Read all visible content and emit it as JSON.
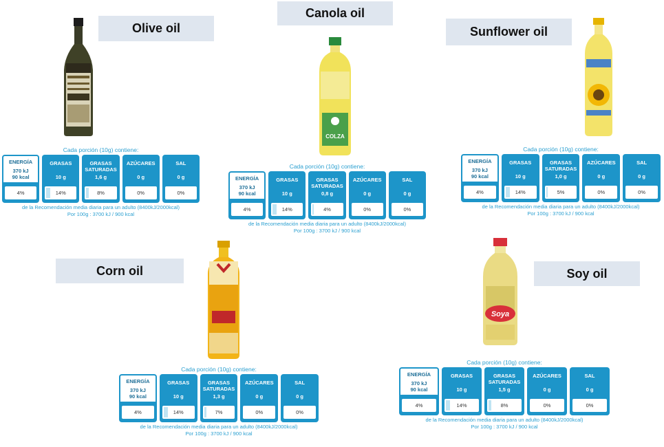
{
  "oils": [
    {
      "id": "olive",
      "title": "Olive oil",
      "icon": "olive-oil-bottle-icon"
    },
    {
      "id": "canola",
      "title": "Canola oil",
      "icon": "canola-oil-bottle-icon",
      "bottle_text": "COLZA"
    },
    {
      "id": "sunflower",
      "title": "Sunflower oil",
      "icon": "sunflower-oil-bottle-icon"
    },
    {
      "id": "corn",
      "title": "Corn oil",
      "icon": "corn-oil-bottle-icon"
    },
    {
      "id": "soy",
      "title": "Soy oil",
      "icon": "soy-oil-bottle-icon",
      "bottle_text": "Soya"
    }
  ],
  "labels": [
    {
      "intro": "Cada porción (10g) contiene:",
      "energy": {
        "name": "ENERGÍA",
        "kj": "370 kJ",
        "kcal": "90 kcal",
        "pct": "4%"
      },
      "nutrients": [
        {
          "name": "GRASAS",
          "amount": "10 g",
          "pct": "14%",
          "fill": 14
        },
        {
          "name": "GRASAS SATURADAS",
          "amount": "1,6 g",
          "pct": "8%",
          "fill": 8
        },
        {
          "name": "AZÚCARES",
          "amount": "0 g",
          "pct": "0%",
          "fill": 0
        },
        {
          "name": "SAL",
          "amount": "0 g",
          "pct": "0%",
          "fill": 0
        }
      ],
      "ref": "de la Recomendación media diaria para un adulto (8400kJ/2000kcal)",
      "per100": "Por 100g : 3700 kJ / 900 kcal"
    },
    {
      "intro": "Cada porción (10g) contiene:",
      "energy": {
        "name": "ENERGÍA",
        "kj": "370 kJ",
        "kcal": "90 kcal",
        "pct": "4%"
      },
      "nutrients": [
        {
          "name": "GRASAS",
          "amount": "10 g",
          "pct": "14%",
          "fill": 14
        },
        {
          "name": "GRASAS SATURADAS",
          "amount": "0,8 g",
          "pct": "4%",
          "fill": 4
        },
        {
          "name": "AZÚCARES",
          "amount": "0 g",
          "pct": "0%",
          "fill": 0
        },
        {
          "name": "SAL",
          "amount": "0 g",
          "pct": "0%",
          "fill": 0
        }
      ],
      "ref": "de la Recomendación media diaria para un adulto (8400kJ/2000kcal)",
      "per100": "Por 100g : 3700 kJ / 900 kcal"
    },
    {
      "intro": "Cada porción (10g) contiene:",
      "energy": {
        "name": "ENERGÍA",
        "kj": "370 kJ",
        "kcal": "90 kcal",
        "pct": "4%"
      },
      "nutrients": [
        {
          "name": "GRASAS",
          "amount": "10 g",
          "pct": "14%",
          "fill": 14
        },
        {
          "name": "GRASAS SATURADAS",
          "amount": "1,0 g",
          "pct": "5%",
          "fill": 5
        },
        {
          "name": "AZÚCARES",
          "amount": "0 g",
          "pct": "0%",
          "fill": 0
        },
        {
          "name": "SAL",
          "amount": "0 g",
          "pct": "0%",
          "fill": 0
        }
      ],
      "ref": "de la Recomendación media diaria para un adulto (8400kJ/2000kcal)",
      "per100": "Por 100g : 3700 kJ / 900 kcal"
    },
    {
      "intro": "Cada porción (10g) contiene:",
      "energy": {
        "name": "ENERGÍA",
        "kj": "370 kJ",
        "kcal": "90 kcal",
        "pct": "4%"
      },
      "nutrients": [
        {
          "name": "GRASAS",
          "amount": "10 g",
          "pct": "14%",
          "fill": 14
        },
        {
          "name": "GRASAS SATURADAS",
          "amount": "1,3 g",
          "pct": "7%",
          "fill": 7
        },
        {
          "name": "AZÚCARES",
          "amount": "0 g",
          "pct": "0%",
          "fill": 0
        },
        {
          "name": "SAL",
          "amount": "0 g",
          "pct": "0%",
          "fill": 0
        }
      ],
      "ref": "de la Recomendación media diaria para un adulto (8400kJ/2000kcal)",
      "per100": "Por 100g : 3700 kJ / 900 kcal"
    },
    {
      "intro": "Cada porción (10g) contiene:",
      "energy": {
        "name": "ENERGÍA",
        "kj": "370 kJ",
        "kcal": "90 kcal",
        "pct": "4%"
      },
      "nutrients": [
        {
          "name": "GRASAS",
          "amount": "10 g",
          "pct": "14%",
          "fill": 14
        },
        {
          "name": "GRASAS SATURADAS",
          "amount": "1,5 g",
          "pct": "8%",
          "fill": 8
        },
        {
          "name": "AZÚCARES",
          "amount": "0 g",
          "pct": "0%",
          "fill": 0
        },
        {
          "name": "SAL",
          "amount": "0 g",
          "pct": "0%",
          "fill": 0
        }
      ],
      "ref": "de la Recomendación media diaria para un adulto (8400kJ/2000kcal)",
      "per100": "Por 100g : 3700 kJ / 900 kcal"
    }
  ],
  "colors": {
    "title_bg": "#dfe6ef",
    "label_blue": "#1d95c9",
    "label_text": "#2a9fd0",
    "fill_bar": "#bfe4f3"
  }
}
